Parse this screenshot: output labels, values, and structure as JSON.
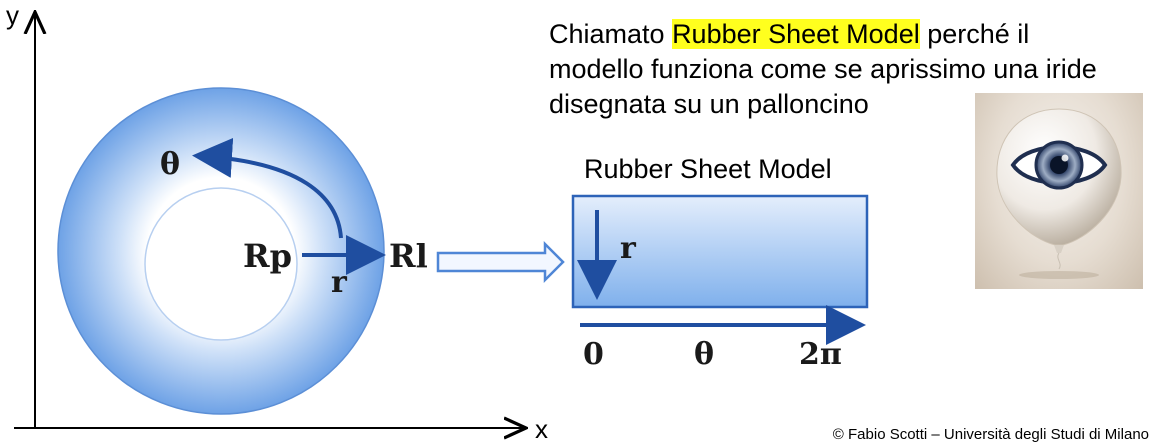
{
  "axes": {
    "y_label": "y",
    "x_label": "x"
  },
  "annulus": {
    "angle_label": "θ",
    "pupil_label": "Rp",
    "limbus_label": "Rl",
    "radius_label": "r"
  },
  "caption": {
    "before": "Chiamato ",
    "highlight": "Rubber Sheet Model",
    "after": " perché il modello funziona come se aprissimo una iride disegnata su un palloncino"
  },
  "rubber_sheet": {
    "title": "Rubber Sheet Model",
    "radius_label": "r",
    "tick_start": "0",
    "tick_mid": "θ",
    "tick_end": "2π"
  },
  "credit": "© Fabio Scotti  – Università degli Studi di Milano",
  "colors": {
    "ring_light": "#dbe9fb",
    "ring_dark": "#6ea2e6",
    "arrow_blue": "#1f4ea0",
    "highlight": "#ffff1e"
  },
  "icons": {
    "balloon": "eye-balloon-icon"
  }
}
